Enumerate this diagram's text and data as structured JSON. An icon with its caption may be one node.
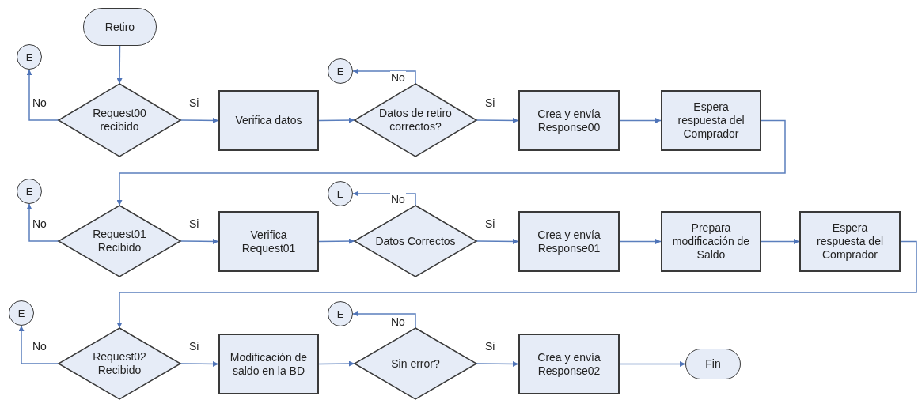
{
  "diagram": {
    "nodes": [
      {
        "text": [
          "Retiro"
        ]
      },
      {
        "text": [
          "E"
        ]
      },
      {
        "text": [
          "Request00 recibido"
        ]
      },
      {
        "text": [
          "Verifica datos"
        ]
      },
      {
        "text": [
          "E"
        ]
      },
      {
        "text": [
          "Datos de retiro correctos?"
        ]
      },
      {
        "text": [
          "Crea y envía Response00"
        ]
      },
      {
        "text": [
          "Espera respuesta del Comprador"
        ]
      },
      {
        "text": [
          "E"
        ]
      },
      {
        "text": [
          "Request01 Recibido"
        ]
      },
      {
        "text": [
          "Verifica Request01"
        ]
      },
      {
        "text": [
          "E"
        ]
      },
      {
        "text": [
          "Datos Correctos"
        ]
      },
      {
        "text": [
          "Crea y envía Response01"
        ]
      },
      {
        "text": [
          "Prepara modificación de Saldo"
        ]
      },
      {
        "text": [
          "Espera respuesta del Comprador"
        ]
      },
      {
        "text": [
          "E"
        ]
      },
      {
        "text": [
          "Request02 Recibido"
        ]
      },
      {
        "text": [
          "Modificación de saldo en la BD"
        ]
      },
      {
        "text": [
          "E"
        ]
      },
      {
        "text": [
          "Sin error?"
        ]
      },
      {
        "text": [
          "Crea y envía Response02"
        ]
      },
      {
        "text": [
          "Fin"
        ]
      }
    ],
    "edges": [
      {
        "from": 0,
        "to": 2,
        "arrow": "to"
      },
      {
        "from": 2,
        "to": 1,
        "arrow": "to",
        "label": "No"
      },
      {
        "from": 2,
        "to": 3,
        "arrow": "to",
        "label": "Si"
      },
      {
        "from": 3,
        "to": 5,
        "arrow": "to"
      },
      {
        "from": 5,
        "to": 4,
        "arrow": "to",
        "label": "No"
      },
      {
        "from": 5,
        "to": 6,
        "arrow": "to",
        "label": "Si"
      },
      {
        "from": 6,
        "to": 7,
        "arrow": "to"
      },
      {
        "from": 7,
        "to": 9,
        "arrow": "to"
      },
      {
        "from": 9,
        "to": 8,
        "arrow": "to",
        "label": "No"
      },
      {
        "from": 9,
        "to": 10,
        "arrow": "to",
        "label": "Si"
      },
      {
        "from": 10,
        "to": 12,
        "arrow": "to"
      },
      {
        "from": 12,
        "to": 11,
        "arrow": "to",
        "label": "No"
      },
      {
        "from": 12,
        "to": 13,
        "arrow": "to",
        "label": "Si"
      },
      {
        "from": 13,
        "to": 14,
        "arrow": "to"
      },
      {
        "from": 14,
        "to": 15,
        "arrow": "to"
      },
      {
        "from": 15,
        "to": 17,
        "arrow": "to"
      },
      {
        "from": 17,
        "to": 16,
        "arrow": "to",
        "label": "No"
      },
      {
        "from": 17,
        "to": 18,
        "arrow": "to",
        "label": "Si"
      },
      {
        "from": 18,
        "to": 20,
        "arrow": "to"
      },
      {
        "from": 20,
        "to": 19,
        "arrow": "to",
        "label": "No"
      },
      {
        "from": 20,
        "to": 21,
        "arrow": "to",
        "label": "Si"
      },
      {
        "from": 21,
        "to": 22,
        "arrow": "to"
      }
    ]
  }
}
